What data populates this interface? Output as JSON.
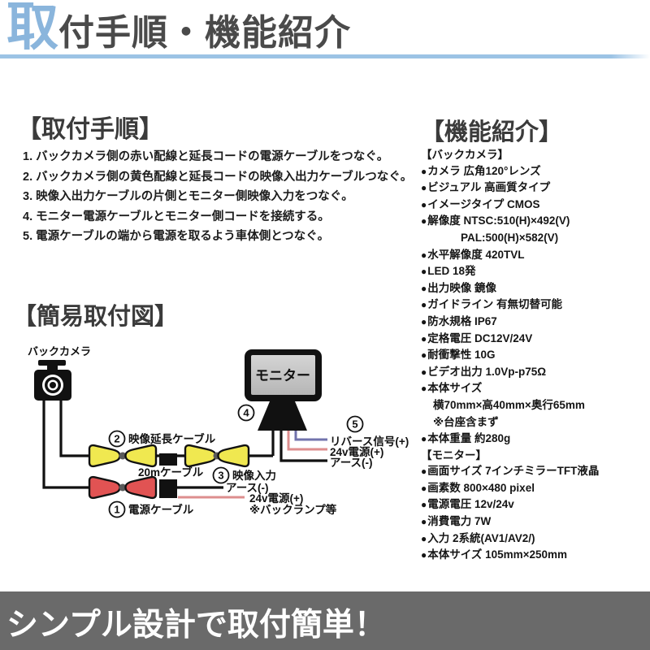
{
  "header": {
    "accent": "取",
    "rest": "付手順・機能紹介"
  },
  "install": {
    "heading": "【取付手順】",
    "steps": [
      {
        "n": "1.",
        "t": "バックカメラ側の赤い配線と延長コードの電源ケーブルをつなぐ。"
      },
      {
        "n": "2.",
        "t": "バックカメラ側の黄色配線と延長コードの映像入出力ケーブルつなぐ。"
      },
      {
        "n": "3.",
        "t": "映像入出力ケーブルの片側とモニター側映像入力をつなぐ。"
      },
      {
        "n": "4.",
        "t": "モニター電源ケーブルとモニター側コードを接続する。"
      },
      {
        "n": "5.",
        "t": "電源ケーブルの端から電源を取るよう車体側とつなぐ。"
      }
    ]
  },
  "diagram": {
    "heading": "【簡易取付図】",
    "labels": {
      "camera": "バックカメラ",
      "monitor": "モニター",
      "cable20m": "20mケーブル",
      "c1": "1",
      "c1_label": "電源ケーブル",
      "c2": "2",
      "c2_label": "映像延長ケーブル",
      "c3": "3",
      "c3_label": "映像入力",
      "c4": "4",
      "c5": "5",
      "earth_left": "アース(-)",
      "power_left": "24v電源(+)",
      "note_left": "※バックランプ等",
      "reverse_right": "リバース信号(+)",
      "power_right": "24v電源(+)",
      "earth_right": "アース(-)"
    },
    "colors": {
      "yellow": "#f0e850",
      "red": "#e15353",
      "blue": "#7173ac",
      "pink": "#dd8e8e"
    }
  },
  "features": {
    "heading": "【機能紹介】",
    "camera": {
      "title": "【バックカメラ】",
      "items": [
        {
          "m": "●",
          "t": "カメラ 広角120°レンズ"
        },
        {
          "m": "●",
          "t": "ビジュアル 高画質タイプ"
        },
        {
          "m": "●",
          "t": "イメージタイプ CMOS"
        },
        {
          "m": "●",
          "t": "解像度 NTSC:510(H)×492(V)"
        },
        {
          "m": "",
          "c": "i2",
          "t": "PAL:500(H)×582(V)"
        },
        {
          "m": "●",
          "t": "水平解像度 420TVL"
        },
        {
          "m": "●",
          "t": "LED 18発"
        },
        {
          "m": "●",
          "t": "出力映像 鏡像"
        },
        {
          "m": "●",
          "t": "ガイドライン 有無切替可能"
        },
        {
          "m": "●",
          "t": "防水規格 IP67"
        },
        {
          "m": "●",
          "t": "定格電圧 DC12V/24V"
        },
        {
          "m": "●",
          "t": "耐衝撃性 10G"
        },
        {
          "m": "●",
          "t": "ビデオ出力 1.0Vp-p75Ω"
        },
        {
          "m": "●",
          "t": "本体サイズ"
        },
        {
          "m": "",
          "c": "i1",
          "t": "横70mm×高40mm×奥行65mm"
        },
        {
          "m": "",
          "c": "i1",
          "t": "※台座含まず"
        },
        {
          "m": "●",
          "t": "本体重量 約280g"
        }
      ]
    },
    "monitor": {
      "title": "【モニター】",
      "items": [
        {
          "m": "●",
          "t": "画面サイズ 7インチミラーTFT液晶"
        },
        {
          "m": "●",
          "t": "画素数 800×480 pixel"
        },
        {
          "m": "●",
          "t": "電源電圧 12v/24v"
        },
        {
          "m": "●",
          "t": "消費電力 7W"
        },
        {
          "m": "●",
          "t": "入力 2系統(AV1/AV2/)"
        },
        {
          "m": "●",
          "t": "本体サイズ 105mm×250mm"
        }
      ]
    }
  },
  "footer": {
    "text": "シンプル設計で取付簡単！"
  }
}
